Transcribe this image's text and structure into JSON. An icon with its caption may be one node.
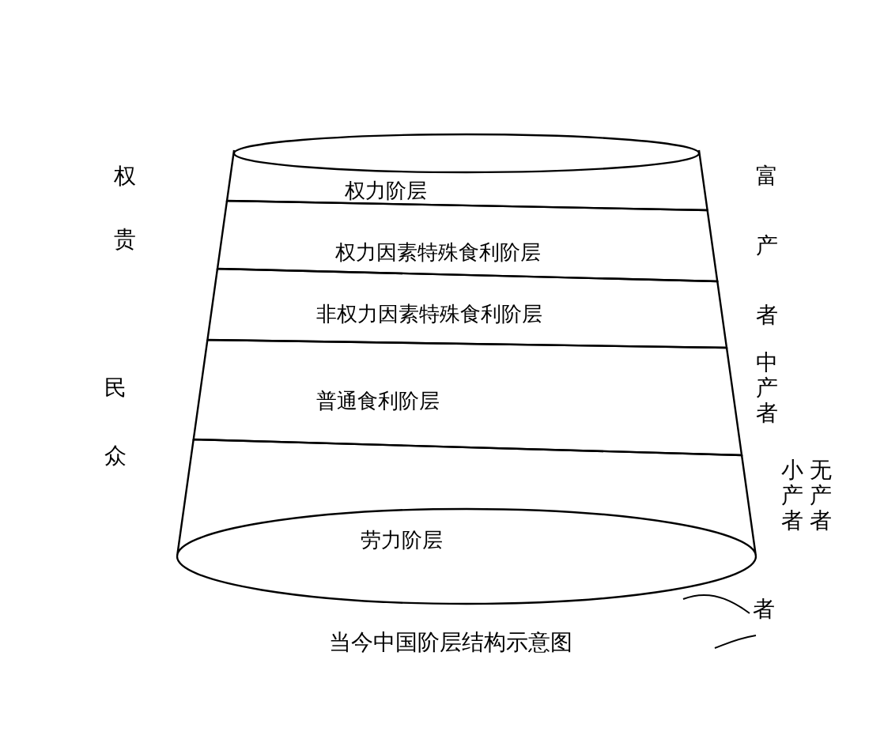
{
  "diagram": {
    "caption": "当今中国阶层结构示意图",
    "nodes": [
      {
        "text": [
          "权力阶层"
        ]
      },
      {
        "text": [
          "权力因素特殊食利阶层"
        ]
      },
      {
        "text": [
          "非权力因素特殊食利阶层"
        ]
      },
      {
        "text": [
          "普通食利阶层"
        ]
      },
      {
        "text": [
          "劳力阶层"
        ]
      }
    ],
    "labels": [
      "权贵",
      "富产者",
      "民众",
      "中产者",
      "小产者",
      "无产者",
      "者"
    ]
  }
}
